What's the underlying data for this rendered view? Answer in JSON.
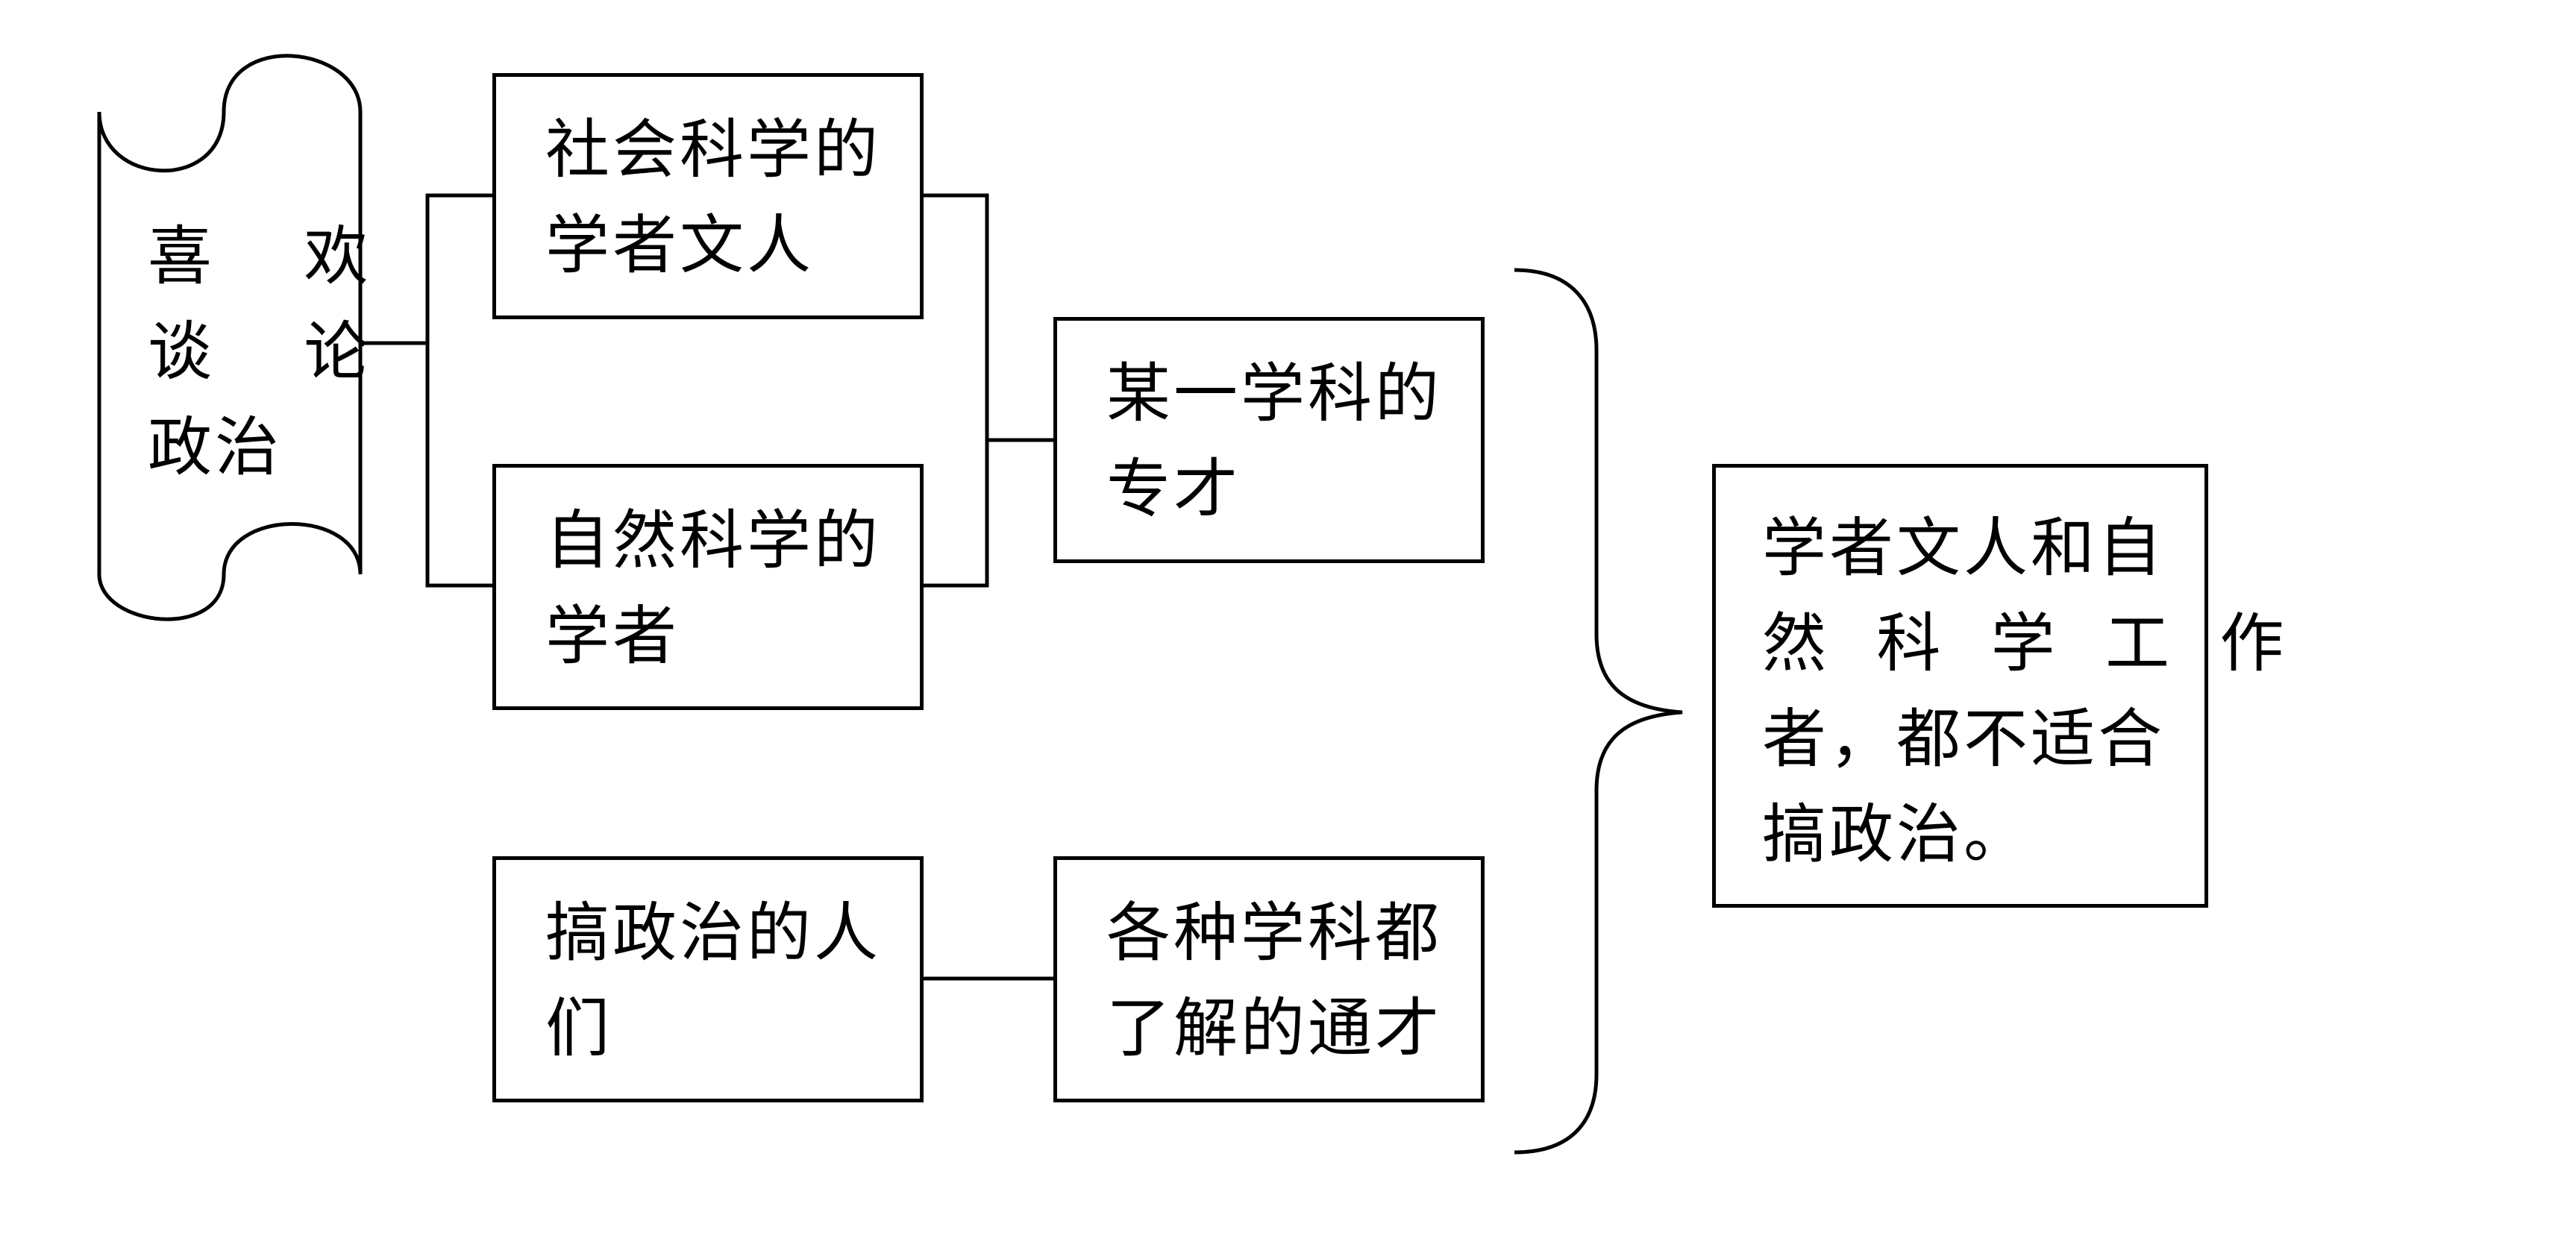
{
  "diagram": {
    "scroll": {
      "lines": [
        "喜 欢",
        "谈 论",
        "政治"
      ]
    },
    "box_social": {
      "lines": [
        "社会科学的",
        "学者文人"
      ]
    },
    "box_natural": {
      "lines": [
        "自然科学的",
        "学者"
      ]
    },
    "box_politics": {
      "lines": [
        "搞政治的人",
        "们"
      ]
    },
    "box_specialist": {
      "lines": [
        "某一学科的",
        "专才"
      ]
    },
    "box_generalist": {
      "lines": [
        "各种学科都",
        "了解的通才"
      ]
    },
    "box_conclusion": {
      "lines": [
        "学者文人和自",
        "然 科 学 工 作",
        "者，都不适合",
        "搞政治。"
      ]
    }
  }
}
